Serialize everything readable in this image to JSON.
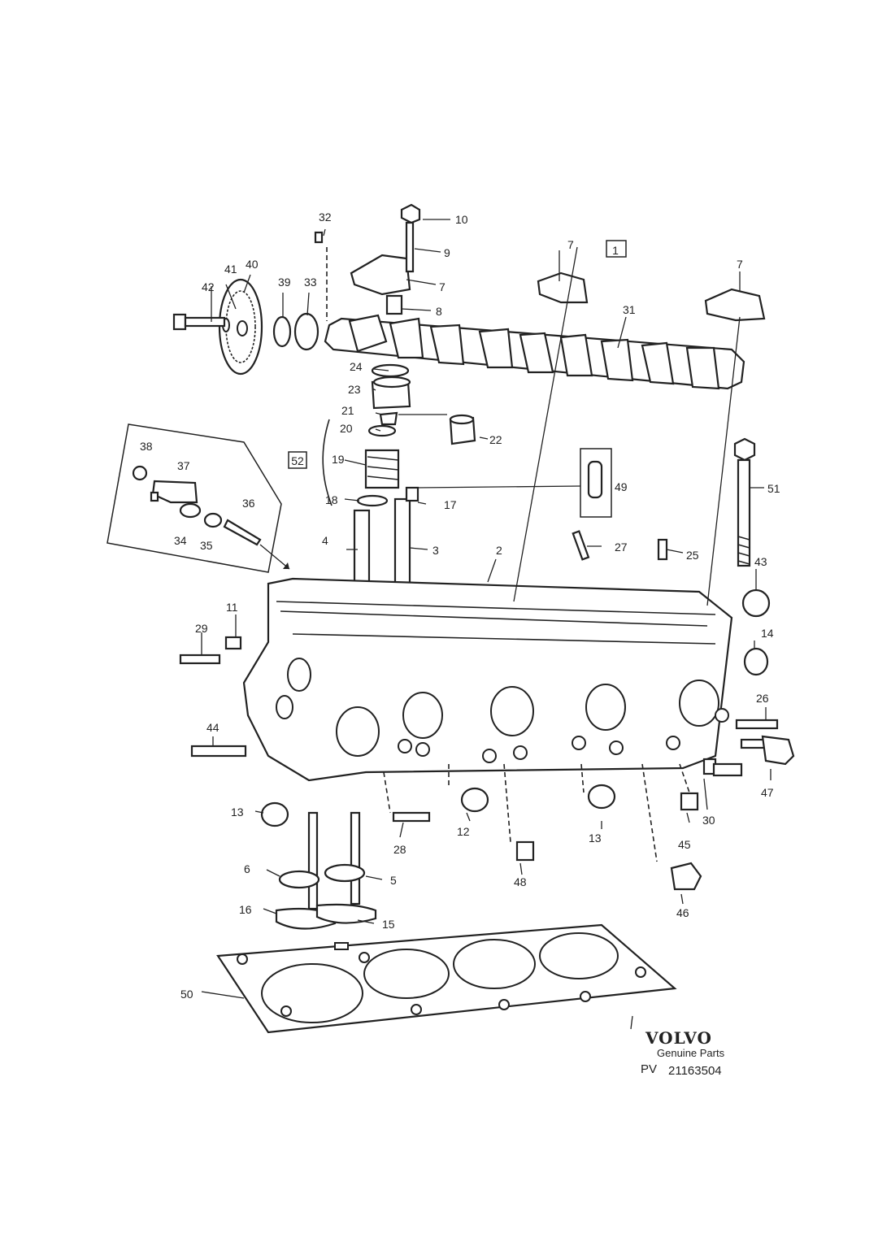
{
  "parts": [
    {
      "id": "p1",
      "label": "1"
    },
    {
      "id": "p2",
      "label": "2"
    },
    {
      "id": "p3",
      "label": "3"
    },
    {
      "id": "p4",
      "label": "4"
    },
    {
      "id": "p5",
      "label": "5"
    },
    {
      "id": "p6",
      "label": "6"
    },
    {
      "id": "p7a",
      "label": "7"
    },
    {
      "id": "p7b",
      "label": "7"
    },
    {
      "id": "p7c",
      "label": "7"
    },
    {
      "id": "p8",
      "label": "8"
    },
    {
      "id": "p9",
      "label": "9"
    },
    {
      "id": "p10",
      "label": "10"
    },
    {
      "id": "p11",
      "label": "11"
    },
    {
      "id": "p12",
      "label": "12"
    },
    {
      "id": "p13a",
      "label": "13"
    },
    {
      "id": "p13b",
      "label": "13"
    },
    {
      "id": "p14",
      "label": "14"
    },
    {
      "id": "p15",
      "label": "15"
    },
    {
      "id": "p16",
      "label": "16"
    },
    {
      "id": "p17",
      "label": "17"
    },
    {
      "id": "p18",
      "label": "18"
    },
    {
      "id": "p19",
      "label": "19"
    },
    {
      "id": "p20",
      "label": "20"
    },
    {
      "id": "p21",
      "label": "21"
    },
    {
      "id": "p22",
      "label": "22"
    },
    {
      "id": "p23",
      "label": "23"
    },
    {
      "id": "p24",
      "label": "24"
    },
    {
      "id": "p25",
      "label": "25"
    },
    {
      "id": "p26",
      "label": "26"
    },
    {
      "id": "p27",
      "label": "27"
    },
    {
      "id": "p28",
      "label": "28"
    },
    {
      "id": "p29",
      "label": "29"
    },
    {
      "id": "p30",
      "label": "30"
    },
    {
      "id": "p31",
      "label": "31"
    },
    {
      "id": "p32",
      "label": "32"
    },
    {
      "id": "p33",
      "label": "33"
    },
    {
      "id": "p34",
      "label": "34"
    },
    {
      "id": "p35",
      "label": "35"
    },
    {
      "id": "p36",
      "label": "36"
    },
    {
      "id": "p37",
      "label": "37"
    },
    {
      "id": "p38",
      "label": "38"
    },
    {
      "id": "p39",
      "label": "39"
    },
    {
      "id": "p40",
      "label": "40"
    },
    {
      "id": "p41",
      "label": "41"
    },
    {
      "id": "p42",
      "label": "42"
    },
    {
      "id": "p43",
      "label": "43"
    },
    {
      "id": "p44",
      "label": "44"
    },
    {
      "id": "p45",
      "label": "45"
    },
    {
      "id": "p46",
      "label": "46"
    },
    {
      "id": "p47",
      "label": "47"
    },
    {
      "id": "p48",
      "label": "48"
    },
    {
      "id": "p49",
      "label": "49"
    },
    {
      "id": "p50",
      "label": "50"
    },
    {
      "id": "p51",
      "label": "51"
    },
    {
      "id": "p52",
      "label": "52"
    }
  ],
  "brand": {
    "name": "VOLVO",
    "tagline": "Genuine Parts",
    "code_prefix": "PV",
    "code": "21163504"
  }
}
